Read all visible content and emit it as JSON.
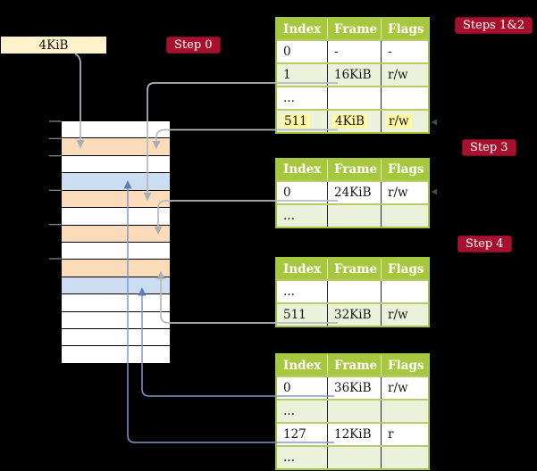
{
  "title_context": "page table translation diagram",
  "root_pointer": {
    "label": "4KiB"
  },
  "badges": {
    "step0": "Step 0",
    "steps12": "Steps 1&2",
    "step3": "Step 3",
    "step4": "Step 4"
  },
  "columns": [
    "Index",
    "Frame",
    "Flags"
  ],
  "tables": [
    {
      "name": "page-table-steps-1-2",
      "rows": [
        {
          "cells": [
            "0",
            "-",
            "-"
          ],
          "shaded": false,
          "highlight": false
        },
        {
          "cells": [
            "1",
            "16KiB",
            "r/w"
          ],
          "shaded": true,
          "highlight": false
        },
        {
          "cells": [
            "...",
            "",
            ""
          ],
          "shaded": false,
          "highlight": false
        },
        {
          "cells": [
            "511",
            "4KiB",
            "r/w"
          ],
          "shaded": true,
          "highlight": true
        }
      ]
    },
    {
      "name": "page-table-step-3",
      "rows": [
        {
          "cells": [
            "0",
            "24KiB",
            "r/w"
          ],
          "shaded": false,
          "highlight": false
        },
        {
          "cells": [
            "...",
            "",
            ""
          ],
          "shaded": true,
          "highlight": false
        }
      ]
    },
    {
      "name": "page-table-step-4-upper",
      "rows": [
        {
          "cells": [
            "...",
            "",
            ""
          ],
          "shaded": false,
          "highlight": false
        },
        {
          "cells": [
            "511",
            "32KiB",
            "r/w"
          ],
          "shaded": true,
          "highlight": false
        }
      ]
    },
    {
      "name": "page-table-step-4-lower",
      "rows": [
        {
          "cells": [
            "0",
            "36KiB",
            "r/w"
          ],
          "shaded": false,
          "highlight": false
        },
        {
          "cells": [
            "...",
            "",
            ""
          ],
          "shaded": true,
          "highlight": false
        },
        {
          "cells": [
            "127",
            "12KiB",
            "r"
          ],
          "shaded": false,
          "highlight": false
        },
        {
          "cells": [
            "...",
            "",
            ""
          ],
          "shaded": true,
          "highlight": false
        }
      ]
    }
  ],
  "memory": {
    "frames": [
      {
        "type": "free"
      },
      {
        "type": "pagetable"
      },
      {
        "type": "free"
      },
      {
        "type": "data"
      },
      {
        "type": "pagetable"
      },
      {
        "type": "free"
      },
      {
        "type": "pagetable"
      },
      {
        "type": "free"
      },
      {
        "type": "pagetable"
      },
      {
        "type": "data"
      },
      {
        "type": "free"
      },
      {
        "type": "free"
      },
      {
        "type": "free"
      },
      {
        "type": "free"
      }
    ]
  },
  "connections": [
    {
      "from": "root-pointer-4KiB",
      "to": "frame-2"
    },
    {
      "from": "table1-entry-1-16KiB",
      "to": "frame-5"
    },
    {
      "from": "table1-entry-511-4KiB",
      "to": "frame-2"
    },
    {
      "from": "table2-entry-0-24KiB",
      "to": "frame-7"
    },
    {
      "from": "table3-entry-511-32KiB",
      "to": "frame-9"
    },
    {
      "from": "table4-entry-0-36KiB",
      "to": "frame-10"
    },
    {
      "from": "table4-entry-127-12KiB",
      "to": "frame-4"
    }
  ],
  "colors": {
    "free": "#ffffff",
    "pagetable": "#fbdcba",
    "data": "#cdddf1",
    "table_header": "#a7c83e",
    "table_shade": "#ebf1da",
    "row_separator": "#b7cc66",
    "highlight": "#fef9a2",
    "badge": "#a8112e",
    "root_box": "#fdf2cc",
    "gray_connector": "#b6b9c0",
    "blue_connector": "#7d99ca",
    "background": "#000000"
  }
}
